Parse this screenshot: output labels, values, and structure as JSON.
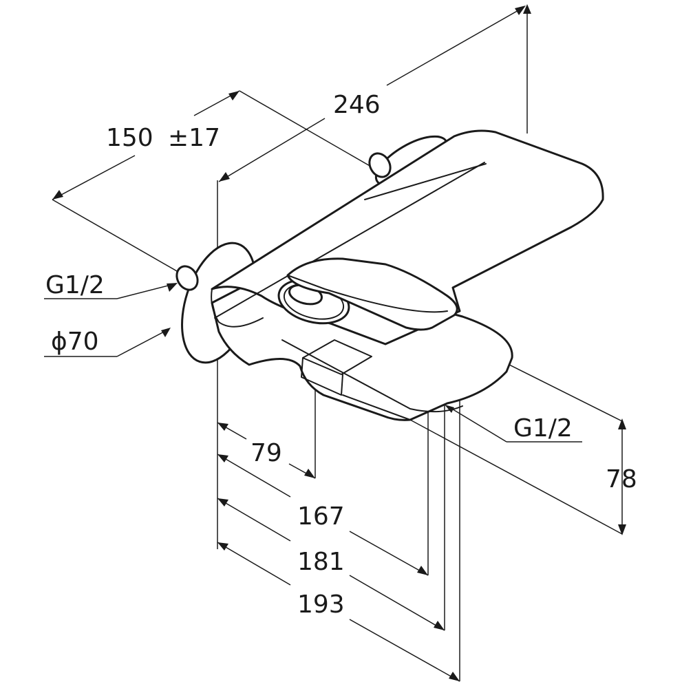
{
  "dimensions": {
    "width_150": "150",
    "tolerance": "±17",
    "length_246": "246",
    "thread_left": "G1/2",
    "diameter": "ϕ70",
    "thread_right": "G1/2",
    "height_78": "78",
    "d_79": "79",
    "d_167": "167",
    "d_181": "181",
    "d_193": "193"
  },
  "colors": {
    "line": "#1a1a1a",
    "background": "#ffffff"
  }
}
